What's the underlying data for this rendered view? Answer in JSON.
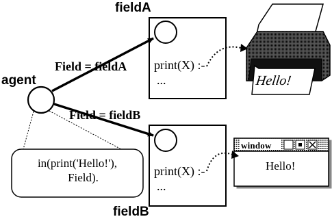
{
  "agent": {
    "label": "agent"
  },
  "fields": [
    {
      "label": "fieldA",
      "code": "print(X) :-",
      "ellipsis": "...",
      "edge_label": "Field = fieldA"
    },
    {
      "label": "fieldB",
      "code": "print(X) :-",
      "ellipsis": "...",
      "edge_label": "Field = fieldB"
    }
  ],
  "bubble": {
    "text": "in(print('Hello!'),\n    Field)."
  },
  "printer": {
    "paper_text": "Hello!"
  },
  "window": {
    "title": "window",
    "body_text": "Hello!"
  }
}
